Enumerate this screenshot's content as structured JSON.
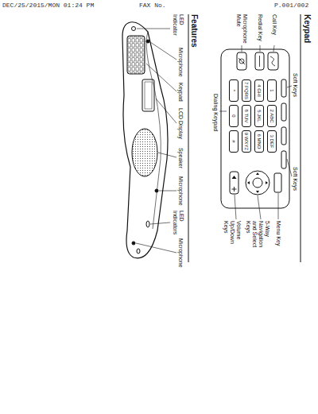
{
  "diagram": {
    "nodes": [
      {
        "text": [
          "1"
        ]
      },
      {
        "text": [
          "2 ABC"
        ]
      },
      {
        "text": [
          "3 DEF"
        ]
      },
      {
        "text": [
          "4 GHI"
        ]
      },
      {
        "text": [
          "5 JKL"
        ]
      },
      {
        "text": [
          "6 MNO"
        ]
      },
      {
        "text": [
          "7 PQRS"
        ]
      },
      {
        "text": [
          "8 TUV"
        ]
      },
      {
        "text": [
          "9 WXYZ"
        ]
      },
      {
        "text": [
          "*"
        ]
      },
      {
        "text": [
          "0"
        ]
      },
      {
        "text": [
          "#"
        ]
      }
    ],
    "labels": [
      "DEC/25/2015/MON 01:24 PM",
      "FAX No.",
      "P.001/002",
      "Keypad",
      "Soft Keys",
      "Soft Keys",
      "Call Key",
      "Redial Key",
      "Microphone Mute",
      "Dialing Keypad",
      "Menu Key",
      "5-Way Navigation and Select Keys",
      "Volume Up/Down Keys",
      "Features",
      "LED Indicator",
      "Microphone",
      "Keypad",
      "LCD Display",
      "Speaker",
      "Microphone",
      "LED Indicators",
      "Microphone"
    ]
  }
}
